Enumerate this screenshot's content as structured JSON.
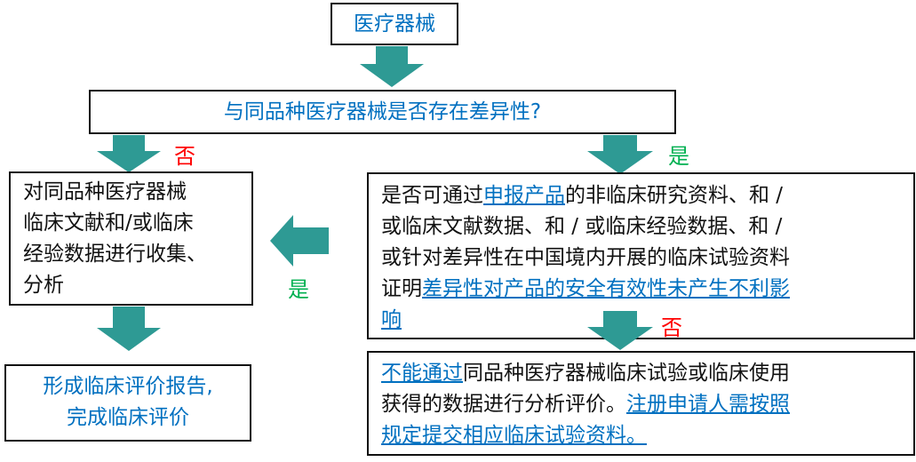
{
  "colors": {
    "arrow": "#2E9A94",
    "link": "#0070C0",
    "no": "#FF0000",
    "yes": "#00B050"
  },
  "start": "医疗器械",
  "question": "与同品种医疗器械是否存在差异性?",
  "branch_no_1": "否",
  "branch_yes_1": "是",
  "left_box": {
    "lines": [
      "对同品种医疗器械",
      "临床文献和/或临床",
      "经验数据进行收集、",
      "分析"
    ]
  },
  "branch_yes_2": "是",
  "right_box": {
    "l1a": "是否可通过",
    "l1b": "申报产品",
    "l1c": "的非临床研究资料、和 /",
    "l2": "或临床文献数据、和 / 或临床经验数据、和 /",
    "l3": "或针对差异性在中国境内开展的临床试验资料",
    "l4a": "证明",
    "l4b": "差异性对产品的安全有效性未产生不利影",
    "l5": "响"
  },
  "branch_no_2": "否",
  "result_left": {
    "lines": [
      "形成临床评价报告,",
      "完成临床评价"
    ]
  },
  "result_right": {
    "l1a": "不能通过",
    "l1b": "同品种医疗器械临床试验或临床使用",
    "l2a": "获得的数据进行分析评价。",
    "l2b": "注册申请人需按照",
    "l3": "规定提交相应临床试验资料。"
  }
}
